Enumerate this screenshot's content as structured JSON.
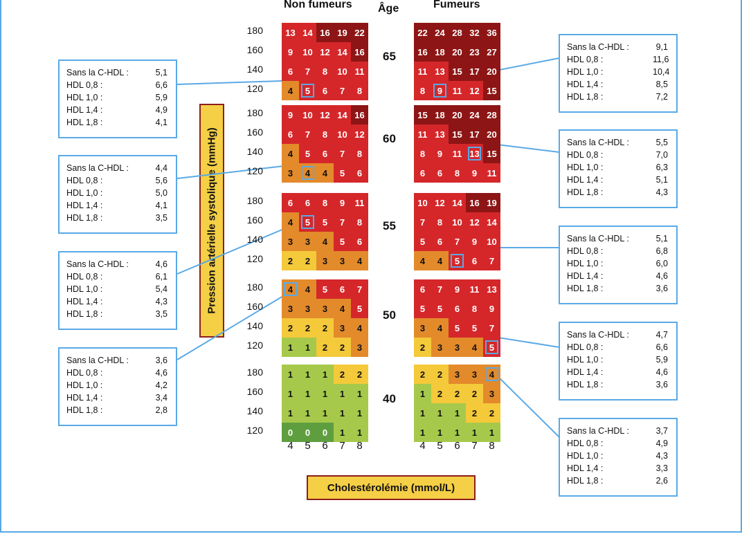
{
  "headers": {
    "non_smokers": "Non fumeurs",
    "age": "Âge",
    "smokers": "Fumeurs"
  },
  "axis": {
    "y_label": "Pression artérielle systolique (mmHg)",
    "x_label": "Cholestérolémie (mmol/L)",
    "bp_ticks": [
      "180",
      "160",
      "140",
      "120"
    ],
    "chol_ticks": [
      "4",
      "5",
      "6",
      "7",
      "8"
    ]
  },
  "colors": {
    "dark": "#8e1515",
    "red": "#d5272a",
    "orange": "#e38a2b",
    "yellow": "#f4c93a",
    "lightgreen": "#a6c94b",
    "green": "#5e9e3f",
    "frame": "#5aa9e6",
    "label_fill": "#f5cf45",
    "label_border": "#8b1e1e"
  },
  "chart_data": {
    "type": "heatmap",
    "rows": [
      "180",
      "160",
      "140",
      "120"
    ],
    "columns": [
      "4",
      "5",
      "6",
      "7",
      "8"
    ],
    "ages": [
      "65",
      "60",
      "55",
      "50",
      "40"
    ],
    "non_smokers": [
      [
        [
          "13",
          "14",
          "16",
          "19",
          "22"
        ],
        [
          "9",
          "10",
          "12",
          "14",
          "16"
        ],
        [
          "6",
          "7",
          "8",
          "10",
          "11"
        ],
        [
          "4",
          "5",
          "6",
          "7",
          "8"
        ]
      ],
      [
        [
          "9",
          "10",
          "12",
          "14",
          "16"
        ],
        [
          "6",
          "7",
          "8",
          "10",
          "12"
        ],
        [
          "4",
          "5",
          "6",
          "7",
          "8"
        ],
        [
          "3",
          "4",
          "4",
          "5",
          "6"
        ]
      ],
      [
        [
          "6",
          "6",
          "8",
          "9",
          "11"
        ],
        [
          "4",
          "5",
          "5",
          "7",
          "8"
        ],
        [
          "3",
          "3",
          "4",
          "5",
          "6"
        ],
        [
          "2",
          "2",
          "3",
          "3",
          "4"
        ]
      ],
      [
        [
          "4",
          "4",
          "5",
          "6",
          "7"
        ],
        [
          "3",
          "3",
          "3",
          "4",
          "5"
        ],
        [
          "2",
          "2",
          "2",
          "3",
          "4"
        ],
        [
          "1",
          "1",
          "2",
          "2",
          "3"
        ]
      ],
      [
        [
          "1",
          "1",
          "1",
          "2",
          "2"
        ],
        [
          "1",
          "1",
          "1",
          "1",
          "1"
        ],
        [
          "1",
          "1",
          "1",
          "1",
          "1"
        ],
        [
          "0",
          "0",
          "0",
          "1",
          "1"
        ]
      ]
    ],
    "smokers": [
      [
        [
          "22",
          "24",
          "28",
          "32",
          "36"
        ],
        [
          "16",
          "18",
          "20",
          "23",
          "27"
        ],
        [
          "11",
          "13",
          "15",
          "17",
          "20"
        ],
        [
          "8",
          "9",
          "11",
          "12",
          "15"
        ]
      ],
      [
        [
          "15",
          "18",
          "20",
          "24",
          "28"
        ],
        [
          "11",
          "13",
          "15",
          "17",
          "20"
        ],
        [
          "8",
          "9",
          "11",
          "13",
          "15"
        ],
        [
          "6",
          "6",
          "8",
          "9",
          "11"
        ]
      ],
      [
        [
          "10",
          "12",
          "14",
          "16",
          "19"
        ],
        [
          "7",
          "8",
          "10",
          "12",
          "14"
        ],
        [
          "5",
          "6",
          "7",
          "9",
          "10"
        ],
        [
          "4",
          "4",
          "5",
          "6",
          "7"
        ]
      ],
      [
        [
          "6",
          "7",
          "9",
          "11",
          "13"
        ],
        [
          "5",
          "5",
          "6",
          "8",
          "9"
        ],
        [
          "3",
          "4",
          "5",
          "5",
          "7"
        ],
        [
          "2",
          "3",
          "3",
          "4",
          "5"
        ]
      ],
      [
        [
          "2",
          "2",
          "3",
          "3",
          "4"
        ],
        [
          "1",
          "2",
          "2",
          "2",
          "3"
        ],
        [
          "1",
          "1",
          "1",
          "2",
          "2"
        ],
        [
          "1",
          "1",
          "1",
          "1",
          "1"
        ]
      ]
    ]
  },
  "detail_boxes": [
    {
      "rows": [
        [
          "Sans la C-HDL :",
          "5,1"
        ],
        [
          "HDL 0,8 :",
          "6,6"
        ],
        [
          "HDL 1,0 :",
          "5,9"
        ],
        [
          "HDL 1,4 :",
          "4,9"
        ],
        [
          "HDL 1,8 :",
          "4,1"
        ]
      ]
    },
    {
      "rows": [
        [
          "Sans la C-HDL :",
          "4,4"
        ],
        [
          "HDL 0,8 :",
          "5,6"
        ],
        [
          "HDL 1,0 :",
          "5,0"
        ],
        [
          "HDL 1,4 :",
          "4,1"
        ],
        [
          "HDL 1,8 :",
          "3,5"
        ]
      ]
    },
    {
      "rows": [
        [
          "Sans la C-HDL :",
          "4,6"
        ],
        [
          "HDL 0,8 :",
          "6,1"
        ],
        [
          "HDL 1,0 :",
          "5,4"
        ],
        [
          "HDL 1,4 :",
          "4,3"
        ],
        [
          "HDL 1,8 :",
          "3,5"
        ]
      ]
    },
    {
      "rows": [
        [
          "Sans la C-HDL :",
          "3,6"
        ],
        [
          "HDL 0,8 :",
          "4,6"
        ],
        [
          "HDL 1,0 :",
          "4,2"
        ],
        [
          "HDL 1,4 :",
          "3,4"
        ],
        [
          "HDL 1,8 :",
          "2,8"
        ]
      ]
    },
    {
      "rows": [
        [
          "Sans la C-HDL :",
          "9,1"
        ],
        [
          "HDL 0,8 :",
          "11,6"
        ],
        [
          "HDL 1,0 :",
          "10,4"
        ],
        [
          "HDL 1,4 :",
          "8,5"
        ],
        [
          "HDL 1,8 :",
          "7,2"
        ]
      ]
    },
    {
      "rows": [
        [
          "Sans la C-HDL :",
          "5,5"
        ],
        [
          "HDL 0,8 :",
          "7,0"
        ],
        [
          "HDL 1,0 :",
          "6,3"
        ],
        [
          "HDL 1,4 :",
          "5,1"
        ],
        [
          "HDL 1,8 :",
          "4,3"
        ]
      ]
    },
    {
      "rows": [
        [
          "Sans la C-HDL :",
          "5,1"
        ],
        [
          "HDL 0,8 :",
          "6,8"
        ],
        [
          "HDL 1,0 :",
          "6,0"
        ],
        [
          "HDL 1,4 :",
          "4,6"
        ],
        [
          "HDL 1,8 :",
          "3,6"
        ]
      ]
    },
    {
      "rows": [
        [
          "Sans la C-HDL :",
          "4,7"
        ],
        [
          "HDL 0,8 :",
          "6,6"
        ],
        [
          "HDL 1,0 :",
          "5,9"
        ],
        [
          "HDL 1,4 :",
          "4,6"
        ],
        [
          "HDL 1,8 :",
          "3,6"
        ]
      ]
    },
    {
      "rows": [
        [
          "Sans la C-HDL :",
          "3,7"
        ],
        [
          "HDL 0,8 :",
          "4,9"
        ],
        [
          "HDL 1,0 :",
          "4,3"
        ],
        [
          "HDL 1,4 :",
          "3,3"
        ],
        [
          "HDL 1,8 :",
          "2,6"
        ]
      ]
    }
  ]
}
